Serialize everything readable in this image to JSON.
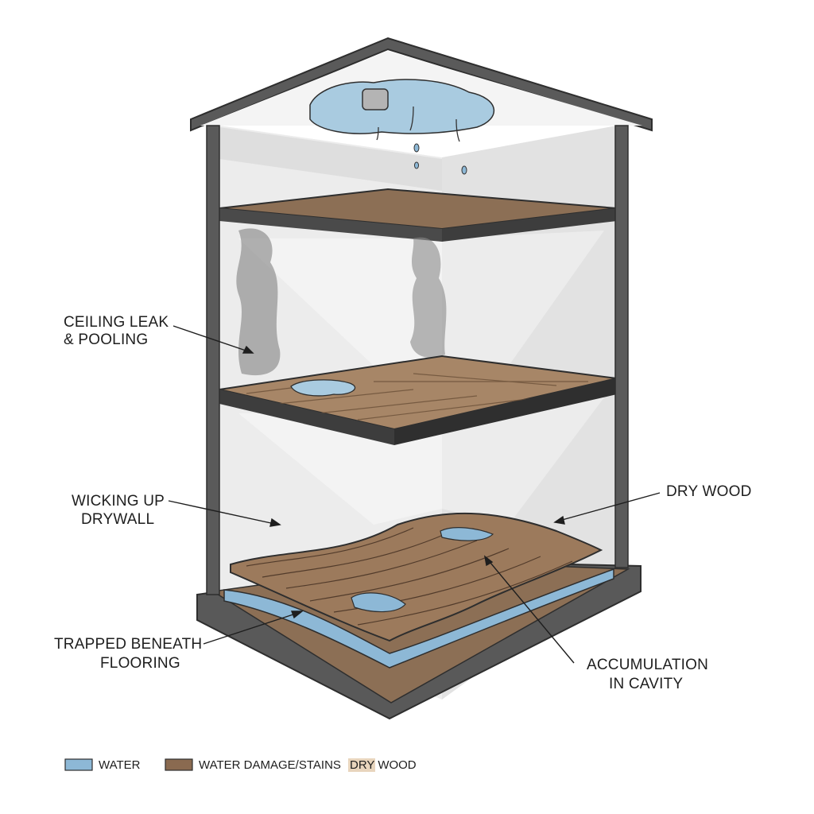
{
  "labels": {
    "ceiling_leak": [
      "CEILING LEAK",
      "& POOLING"
    ],
    "wicking": [
      "WICKING UP",
      "DRYWALL"
    ],
    "dry_wood": "DRY WOOD",
    "trapped": [
      "TRAPPED BENEATH",
      "FLOORING"
    ],
    "accumulation": [
      "ACCUMULATION",
      "IN CAVITY"
    ]
  },
  "legend": {
    "water": "WATER",
    "damage": "WATER DAMAGE/STAINS",
    "dry_prefix": "DRY",
    "dry_suffix": "WOOD"
  },
  "colors": {
    "water": "#8db8d6",
    "damage": "#8a6a50",
    "dry_wood": "#e8d5bd",
    "frame": "#555555",
    "stain": "#8a8a8a"
  }
}
